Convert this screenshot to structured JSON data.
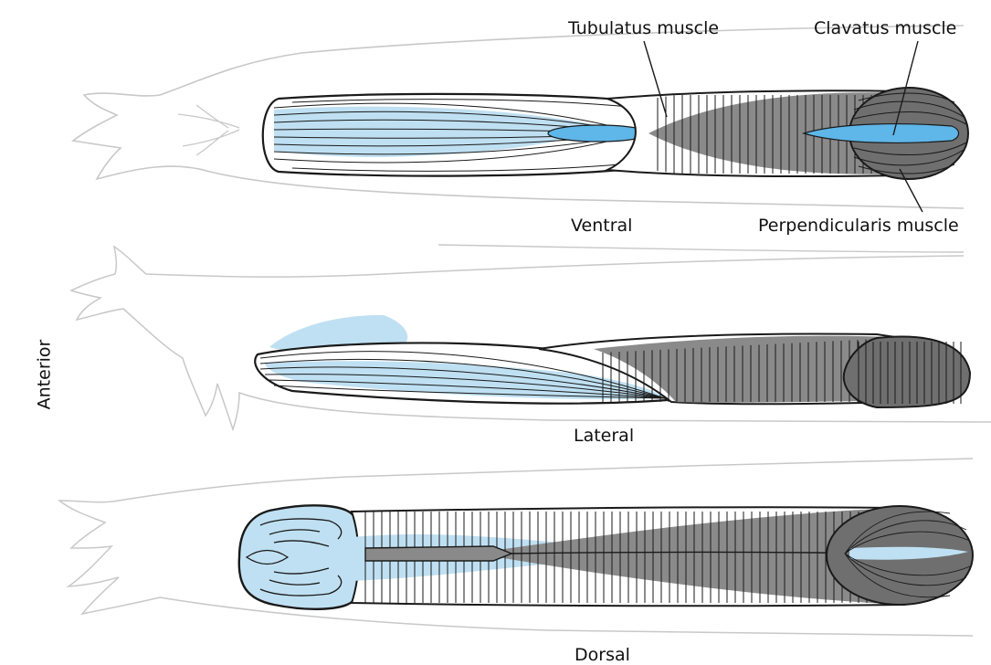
{
  "labels": {
    "tubulatus": "Tubulatus muscle",
    "clavatus": "Clavatus muscle",
    "perpendicularis": "Perpendicularis muscle",
    "ventral": "Ventral",
    "lateral": "Lateral",
    "dorsal": "Dorsal",
    "anterior": "Anterior"
  },
  "colors": {
    "outline_light": "#c8c8c8",
    "outline": "#1a1a1a",
    "fill_blue_light": "#bfe0f2",
    "fill_blue": "#5fb6e8",
    "fill_gray": "#8a8a8a",
    "fill_gray_dark": "#6f6f6f",
    "fill_white": "#ffffff"
  }
}
